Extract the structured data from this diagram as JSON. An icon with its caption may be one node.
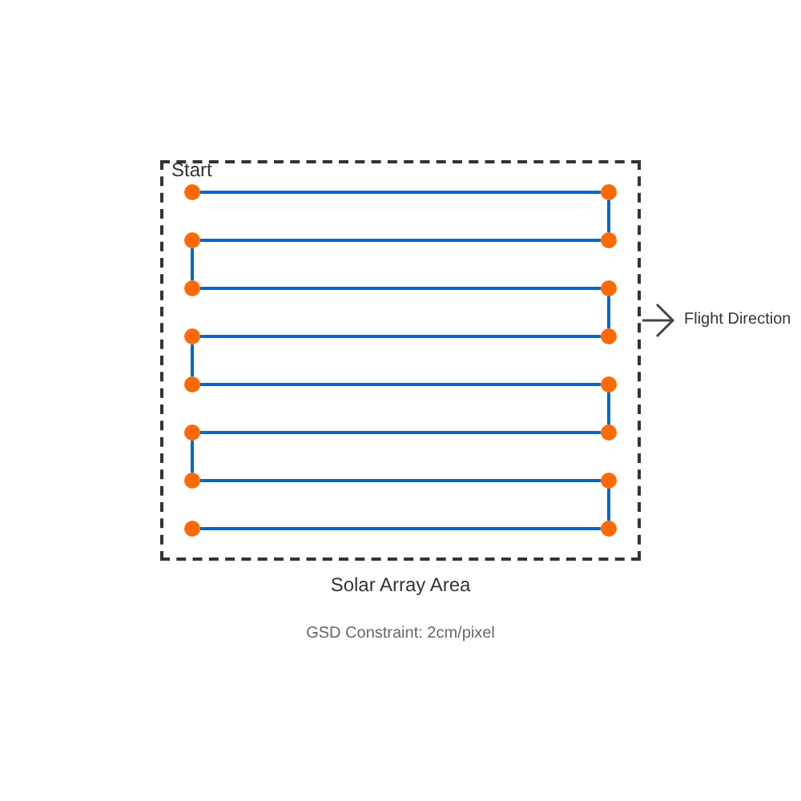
{
  "diagram": {
    "caption": "GSD Constraint: 2cm/pixel",
    "nodes": [
      {
        "text": [
          "Solar Array Area"
        ]
      },
      {
        "text": [],
        "shape": "circle",
        "in": 0,
        "beside": [
          "Start"
        ]
      },
      {
        "text": [],
        "shape": "circle",
        "in": 0
      },
      {
        "text": [],
        "shape": "circle",
        "in": 0
      },
      {
        "text": [],
        "shape": "circle",
        "in": 0
      },
      {
        "text": [],
        "shape": "circle",
        "in": 0
      },
      {
        "text": [],
        "shape": "circle",
        "in": 0
      },
      {
        "text": [],
        "shape": "circle",
        "in": 0
      },
      {
        "text": [],
        "shape": "circle",
        "in": 0
      },
      {
        "text": [],
        "shape": "circle",
        "in": 0
      },
      {
        "text": [],
        "shape": "circle",
        "in": 0
      },
      {
        "text": [],
        "shape": "circle",
        "in": 0
      },
      {
        "text": [],
        "shape": "circle",
        "in": 0
      },
      {
        "text": [],
        "shape": "circle",
        "in": 0
      },
      {
        "text": [],
        "shape": "circle",
        "in": 0
      },
      {
        "text": [],
        "shape": "circle",
        "in": 0
      },
      {
        "text": [],
        "shape": "circle",
        "in": 0
      }
    ],
    "edges": [
      {
        "from": 1,
        "to": 2,
        "arrow": "none"
      },
      {
        "from": 2,
        "to": 4,
        "arrow": "none"
      },
      {
        "from": 4,
        "to": 3,
        "arrow": "none"
      },
      {
        "from": 3,
        "to": 5,
        "arrow": "none"
      },
      {
        "from": 5,
        "to": 6,
        "arrow": "none"
      },
      {
        "from": 6,
        "to": 8,
        "arrow": "none"
      },
      {
        "from": 8,
        "to": 7,
        "arrow": "none"
      },
      {
        "from": 7,
        "to": 9,
        "arrow": "none"
      },
      {
        "from": 9,
        "to": 10,
        "arrow": "none"
      },
      {
        "from": 10,
        "to": 12,
        "arrow": "none"
      },
      {
        "from": 12,
        "to": 11,
        "arrow": "none"
      },
      {
        "from": 11,
        "to": 13,
        "arrow": "none"
      },
      {
        "from": 13,
        "to": 14,
        "arrow": "none"
      },
      {
        "from": 14,
        "to": 16,
        "arrow": "none"
      },
      {
        "from": 16,
        "to": 15,
        "arrow": "none"
      }
    ],
    "labels": [
      "Flight Direction"
    ]
  }
}
